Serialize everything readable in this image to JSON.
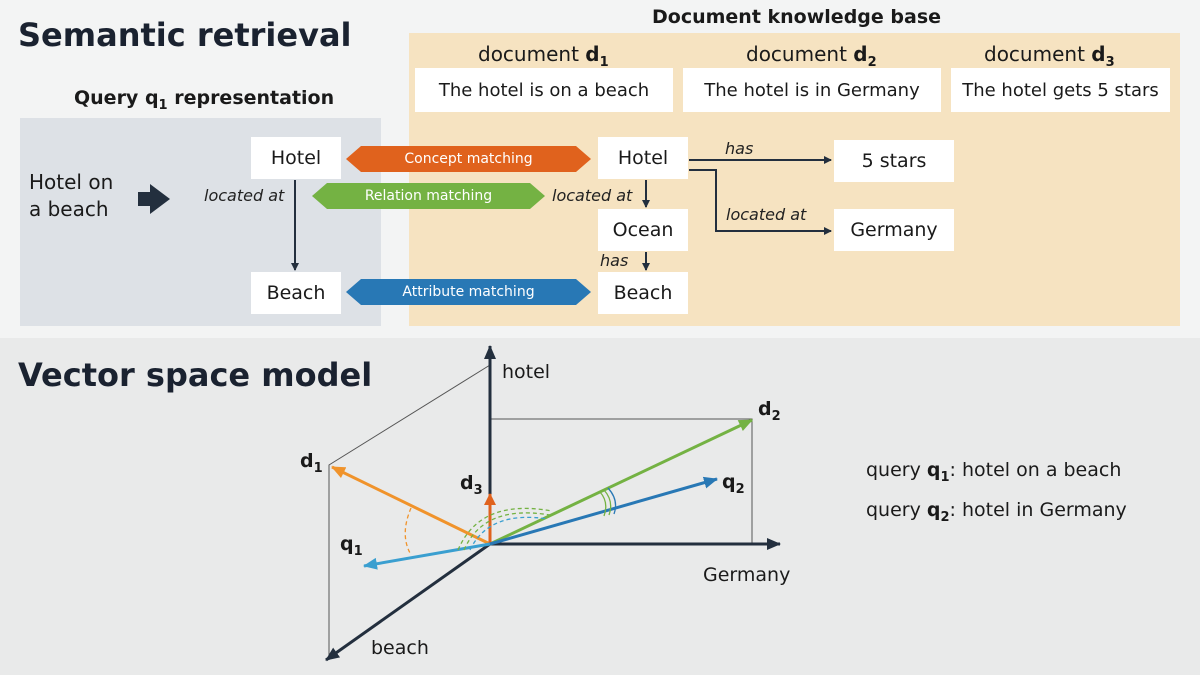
{
  "colors": {
    "orange": "#e0621d",
    "green": "#74b243",
    "blue": "#2878b5",
    "light_blue": "#3a9fd0",
    "dark": "#232f3e",
    "kb_panel": "#f6e3c1",
    "query_panel": "#dde1e6"
  },
  "semantic": {
    "title": "Semantic retrieval",
    "query_heading": {
      "prefix": "Query ",
      "var": "q",
      "sub": "1",
      "suffix": " representation"
    },
    "query_text_line1": "Hotel on",
    "query_text_line2": "a beach",
    "query_nodes": {
      "hotel": "Hotel",
      "beach": "Beach"
    },
    "query_relation": "located at",
    "kb_heading": "Document knowledge base",
    "documents": [
      {
        "prefix": "document ",
        "var": "d",
        "sub": "1",
        "text": "The hotel is on a beach"
      },
      {
        "prefix": "document ",
        "var": "d",
        "sub": "2",
        "text": "The hotel is in Germany"
      },
      {
        "prefix": "document ",
        "var": "d",
        "sub": "3",
        "text": "The hotel gets 5 stars"
      }
    ],
    "kb_nodes": {
      "hotel": "Hotel",
      "ocean": "Ocean",
      "beach": "Beach",
      "stars": "5 stars",
      "germany": "Germany"
    },
    "kb_relations": {
      "located_at_1": "located at",
      "has_1": "has",
      "has_2": "has",
      "located_at_2": "located at"
    },
    "matching": {
      "concept": "Concept matching",
      "relation": "Relation matching",
      "attribute": "Attribute matching"
    }
  },
  "vector": {
    "title": "Vector space model",
    "axes": {
      "hotel": "hotel",
      "germany": "Germany",
      "beach": "beach"
    },
    "vectors": {
      "d1": {
        "var": "d",
        "sub": "1"
      },
      "d2": {
        "var": "d",
        "sub": "2"
      },
      "d3": {
        "var": "d",
        "sub": "3"
      },
      "q1": {
        "var": "q",
        "sub": "1"
      },
      "q2": {
        "var": "q",
        "sub": "2"
      }
    },
    "queries": [
      {
        "prefix": "query ",
        "var": "q",
        "sub": "1",
        "text": ": hotel on a beach"
      },
      {
        "prefix": "query ",
        "var": "q",
        "sub": "2",
        "text": ": hotel in Germany"
      }
    ]
  }
}
